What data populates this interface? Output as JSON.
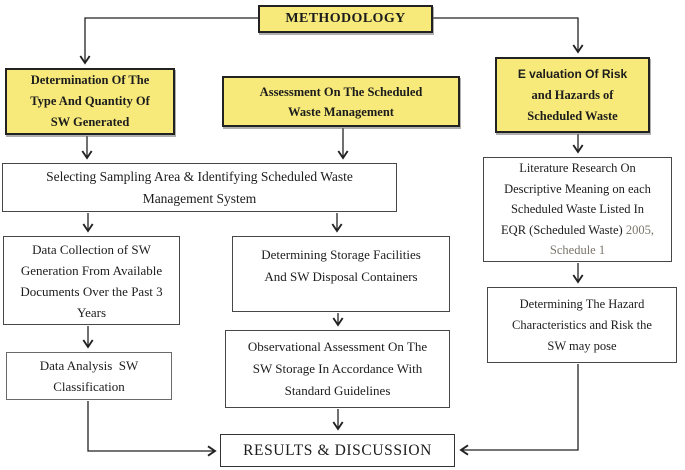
{
  "colors": {
    "node_fill_yellow": "#F7EA7A",
    "node_border": "#222222",
    "arrow": "#222222",
    "muted_text": "#7b766c"
  },
  "nodes": {
    "methodology": {
      "label": "METHODOLOGY"
    },
    "left_branch_header": {
      "lines": [
        "Determination Of The",
        "Type And Quantity Of",
        "SW Generated"
      ]
    },
    "middle_branch_header": {
      "lines": [
        "Assessment On The Scheduled",
        "Waste Management"
      ]
    },
    "right_branch_header": {
      "lines": [
        "E valuation Of Risk",
        "and Hazards of",
        "Scheduled Waste"
      ]
    },
    "sampling_area": {
      "lines": [
        "Selecting Sampling Area & Identifying Scheduled Waste",
        "Management System"
      ]
    },
    "data_collection": {
      "lines": [
        "Data Collection of SW",
        "Generation From Available",
        "Documents Over the Past 3",
        "Years"
      ]
    },
    "data_analysis": {
      "lines": [
        "Data Analysis  SW",
        "Classification"
      ]
    },
    "storage_facilities": {
      "lines": [
        "Determining Storage Facilities",
        "And SW Disposal Containers"
      ]
    },
    "observational_assessment": {
      "lines": [
        "Observational Assessment On The",
        "SW Storage In Accordance With",
        "Standard Guidelines"
      ]
    },
    "literature_research": {
      "lines": [
        "Literature Research On",
        "Descriptive Meaning on each",
        "Scheduled Waste Listed In"
      ],
      "line4_main": "EQR (Scheduled Waste) ",
      "line4_muted": "2005,",
      "line5_muted": "Schedule 1"
    },
    "hazard_characteristics": {
      "lines": [
        "Determining The Hazard",
        "Characteristics and Risk the",
        "SW may pose"
      ]
    },
    "results": {
      "label": "RESULTS & DISCUSSION"
    }
  }
}
